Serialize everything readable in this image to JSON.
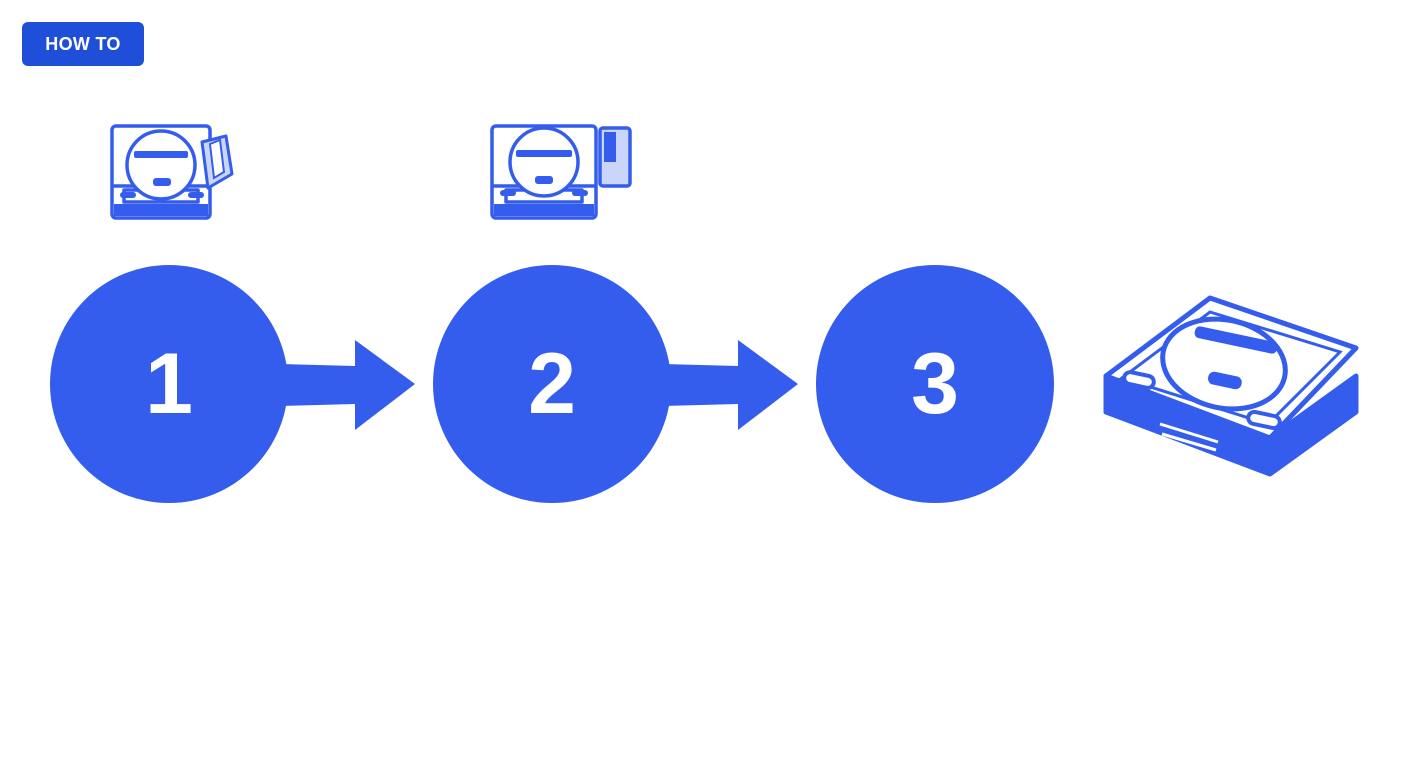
{
  "badge": {
    "label": "HOW TO"
  },
  "steps": [
    {
      "number": "1",
      "icon": "console-with-cloth-icon"
    },
    {
      "number": "2",
      "icon": "console-with-cartridge-icon"
    },
    {
      "number": "3",
      "icon": ""
    }
  ],
  "final": {
    "icon": "finished-console-icon"
  },
  "colors": {
    "accent": "#345ded",
    "badge": "#1f4fd8",
    "icon_light": "#c9d6fa",
    "text_on_accent": "#ffffff"
  }
}
